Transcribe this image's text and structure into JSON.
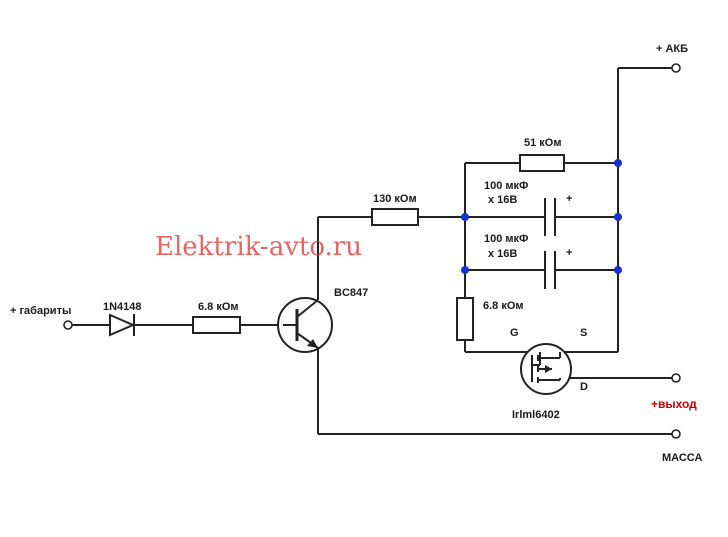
{
  "labels": {
    "akb": "+ АКБ",
    "gabarity": "+ габариты",
    "vyhod": "+выход",
    "massa": "МАССА",
    "diode": "1N4148",
    "r_base": "6.8 кОм",
    "transistor": "BC847",
    "r_130": "130 кОм",
    "r_51": "51 кОм",
    "cap1_value": "100 мкФ",
    "cap1_voltage": "x 16В",
    "cap2_value": "100 мкФ",
    "cap2_voltage": "x 16В",
    "cap_plus": "+",
    "r_gate": "6.8 кОм",
    "gate": "G",
    "source": "S",
    "drain": "D",
    "mosfet": "Irlml6402"
  },
  "watermark": "Elektrik-avto.ru",
  "colors": {
    "wire": "#222222",
    "junction": "#1a2fd0",
    "highlight_text": "#cc0000"
  }
}
